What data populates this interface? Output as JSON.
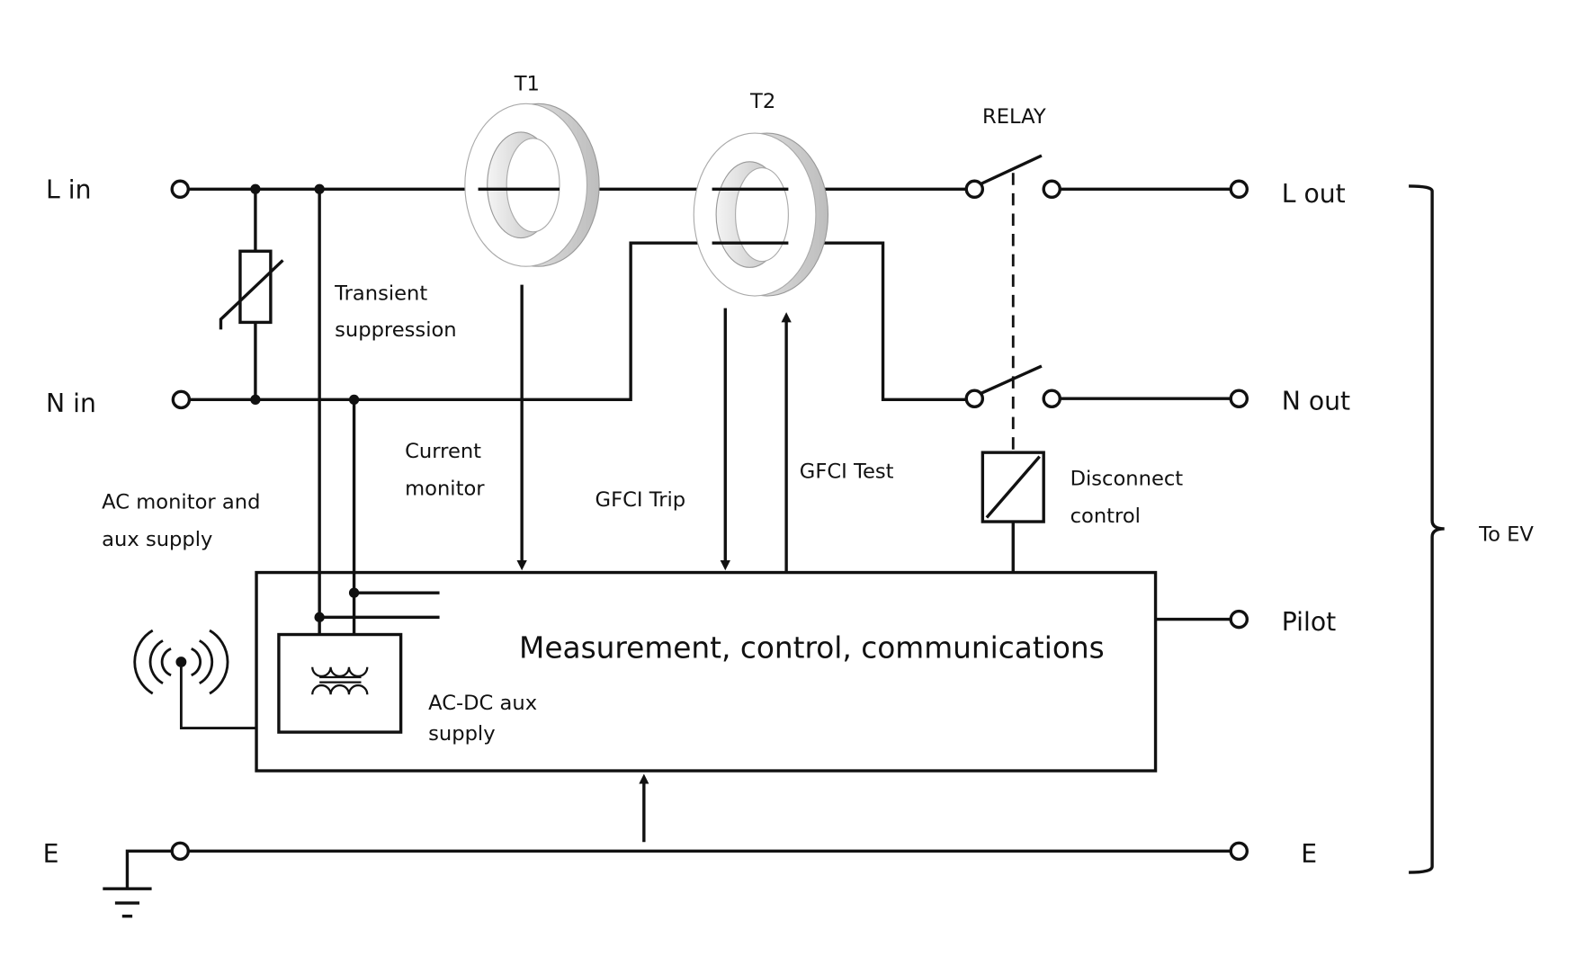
{
  "terminals": {
    "l_in": "L in",
    "n_in": "N in",
    "e_in": "E",
    "l_out": "L out",
    "n_out": "N out",
    "pilot": "Pilot",
    "e_out": "E"
  },
  "components": {
    "t1": "T1",
    "t2": "T2",
    "relay": "RELAY",
    "main_block": "Measurement, control, communications",
    "aux_supply": [
      "AC-DC aux",
      "supply"
    ]
  },
  "annotations": {
    "transient": [
      "Transient",
      "suppression"
    ],
    "current_monitor": [
      "Current",
      "monitor"
    ],
    "gfci_trip": "GFCI Trip",
    "gfci_test": "GFCI Test",
    "disconnect": [
      "Disconnect",
      "control"
    ],
    "ac_monitor": [
      "AC monitor and",
      "aux supply"
    ],
    "to_ev": "To EV"
  },
  "icons": [
    "varistor-icon",
    "current-transformer-icon",
    "relay-switch-icon",
    "relay-coil-icon",
    "transformer-icon",
    "antenna-icon",
    "ground-icon"
  ]
}
